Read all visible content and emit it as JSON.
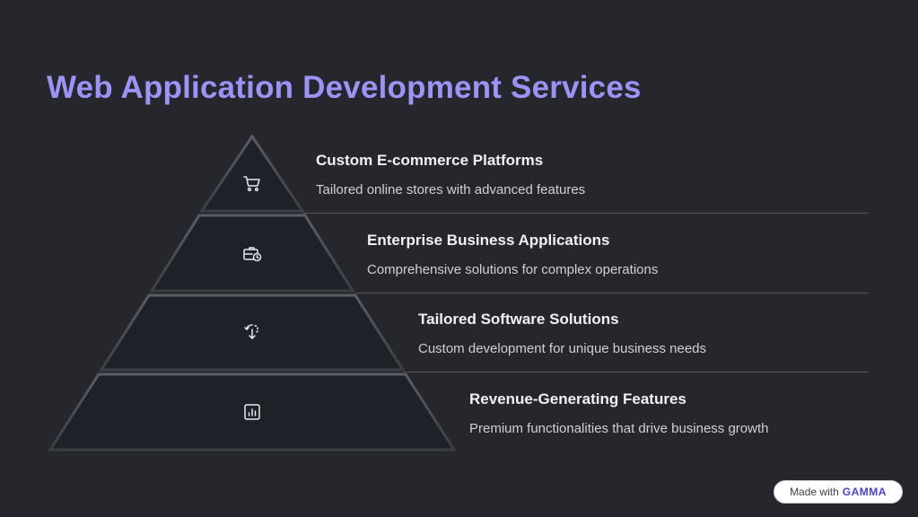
{
  "title": "Web Application Development Services",
  "tiers": [
    {
      "title": "Custom E-commerce Platforms",
      "description": "Tailored online stores with advanced features",
      "icon": "shopping-cart-icon"
    },
    {
      "title": "Enterprise Business Applications",
      "description": "Comprehensive solutions for complex operations",
      "icon": "briefcase-clock-icon"
    },
    {
      "title": "Tailored Software Solutions",
      "description": "Custom development for unique business needs",
      "icon": "custom-arrow-icon"
    },
    {
      "title": "Revenue-Generating Features",
      "description": "Premium functionalities that drive business growth",
      "icon": "bar-chart-icon"
    }
  ],
  "badge": {
    "made_with": "Made with",
    "brand": "GAMMA"
  },
  "colors": {
    "background": "#26272d",
    "title": "#9b93f5",
    "tier_fill": "#1f2129",
    "tier_edge": "#4a4c55"
  }
}
